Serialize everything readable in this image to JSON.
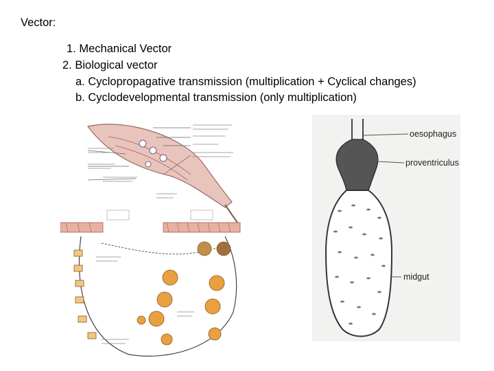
{
  "slide": {
    "title": "Vector:",
    "items": [
      "1. Mechanical Vector",
      "2. Biological vector",
      "a. Cyclopropagative transmission (multiplication + Cyclical changes)",
      "b. Cyclodevelopmental transmission (only multiplication)"
    ]
  },
  "figure_right": {
    "labels": {
      "oesophagus": "oesophagus",
      "proventriculus": "proventriculus",
      "midgut": "midgut"
    }
  },
  "colors": {
    "cell_orange": "#e8a040",
    "tissue_pink": "#e8b8b0",
    "stomach_dark": "#555555",
    "line_gray": "#666666"
  }
}
